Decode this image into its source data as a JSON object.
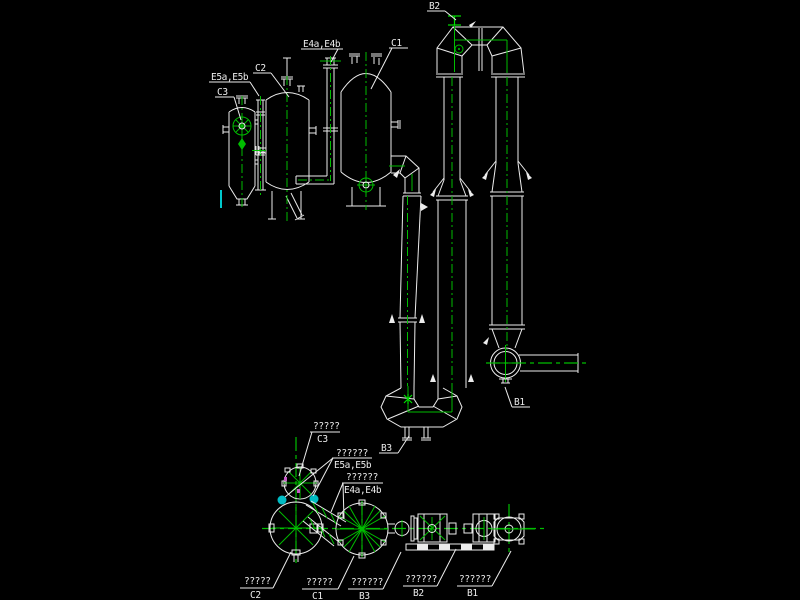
{
  "drawing": {
    "type": "cad-process-equipment-drawing",
    "background_color": "#000000",
    "colors": {
      "line": "#ececec",
      "centerline_green": "#00bd00",
      "accent_cyan": "#00bcc4",
      "accent_magenta": "#c85ac8"
    },
    "elevation": {
      "labels": {
        "b2": "B2",
        "e4": "E4a,E4b",
        "c1": "C1",
        "c2": "C2",
        "e5": "E5a,E5b",
        "c3": "C3",
        "b1": "B1",
        "b3": "B3"
      }
    },
    "plan": {
      "callouts": [
        {
          "text": "?????",
          "code": "C3"
        },
        {
          "text": "??????",
          "code": "E5a,E5b"
        },
        {
          "text": "??????",
          "code": "E4a,E4b"
        }
      ],
      "bottom_labels": [
        {
          "text": "?????",
          "code": "C2"
        },
        {
          "text": "?????",
          "code": "C1"
        },
        {
          "text": "??????",
          "code": "B3"
        },
        {
          "text": "??????",
          "code": "B2"
        },
        {
          "text": "??????",
          "code": "B1"
        }
      ]
    }
  }
}
